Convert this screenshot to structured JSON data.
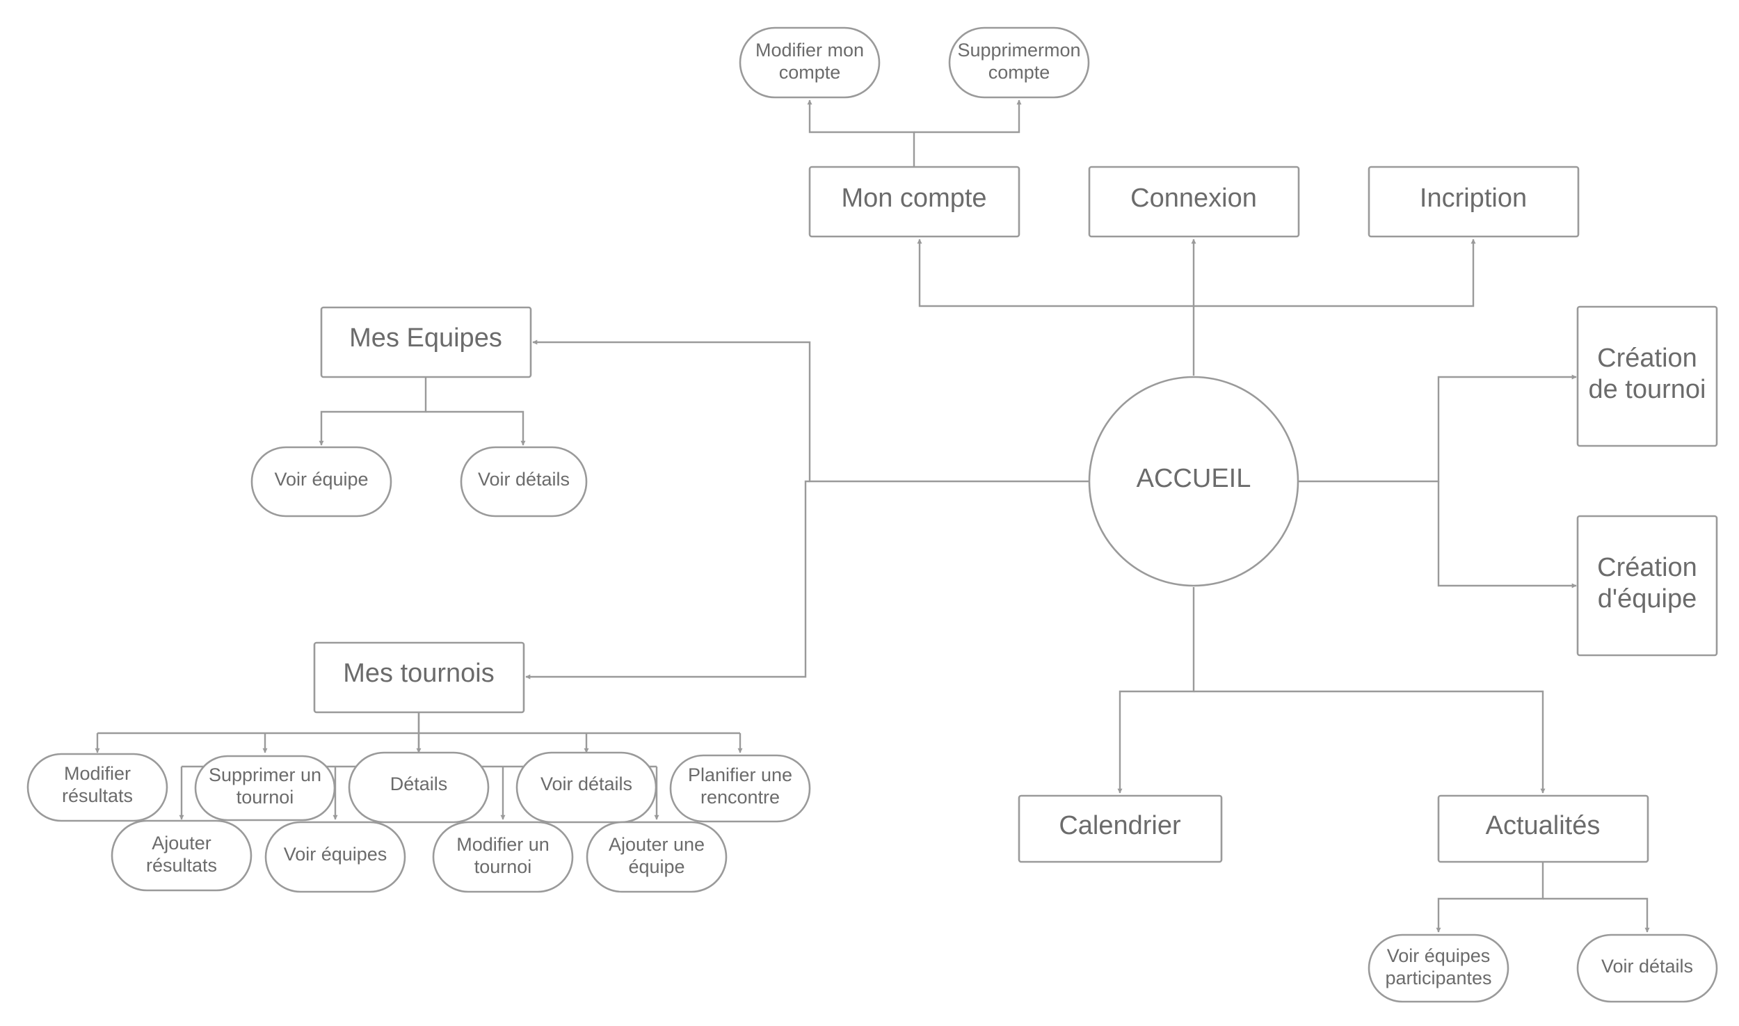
{
  "diagram": {
    "hub": {
      "label": "ACCUEIL"
    },
    "top": {
      "mon_compte": "Mon compte",
      "connexion": "Connexion",
      "inscription": "Incription",
      "modifier_compte": [
        "Modifier mon",
        "compte"
      ],
      "supprimer_compte": [
        "Supprimermon",
        "compte"
      ]
    },
    "right": {
      "creation_tournoi": [
        "Création",
        "de tournoi"
      ],
      "creation_equipe": [
        "Création",
        "d'équipe"
      ]
    },
    "bottom": {
      "calendrier": "Calendrier",
      "actualites": "Actualités",
      "voir_equipes_participantes": [
        "Voir équipes",
        "participantes"
      ],
      "voir_details": "Voir détails"
    },
    "mes_equipes": {
      "title": "Mes Equipes",
      "voir_equipe": "Voir équipe",
      "voir_details": "Voir détails"
    },
    "mes_tournois": {
      "title": "Mes tournois",
      "modifier_resultats": [
        "Modifier",
        "résultats"
      ],
      "supprimer_tournoi": [
        "Supprimer un",
        "tournoi"
      ],
      "details": "Détails",
      "voir_details": "Voir détails",
      "planifier_rencontre": [
        "Planifier une",
        "rencontre"
      ],
      "ajouter_resultats": [
        "Ajouter",
        "résultats"
      ],
      "voir_equipes": "Voir équipes",
      "modifier_tournoi": [
        "Modifier un",
        "tournoi"
      ],
      "ajouter_equipe": [
        "Ajouter une",
        "équipe"
      ]
    }
  }
}
